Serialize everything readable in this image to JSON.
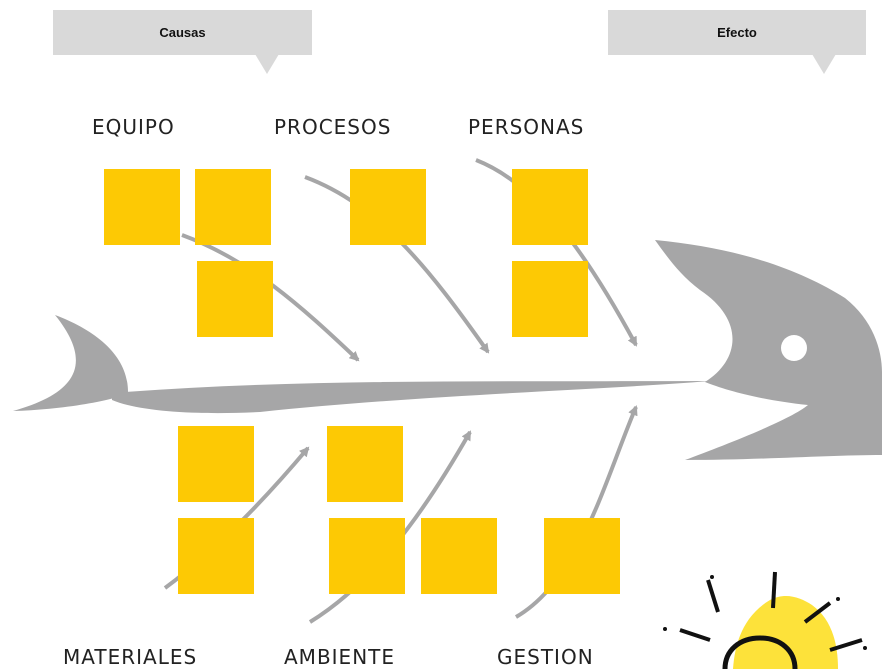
{
  "callouts": {
    "causes": "Causas",
    "effect": "Efecto"
  },
  "categories": {
    "equipo": "EQUIPO",
    "procesos": "PROCESOS",
    "personas": "PERSONAS",
    "materiales": "MATERIALES",
    "ambiente": "AMBIENTE",
    "gestion": "GESTION"
  },
  "colors": {
    "sticky_note": "#fdc904",
    "fish": "#a6a6a7",
    "callout": "#d9d9d9",
    "sun": "#fde23a"
  },
  "icons": [
    "fish-skeleton",
    "arrow",
    "sticky-note",
    "lightbulb-icon"
  ]
}
